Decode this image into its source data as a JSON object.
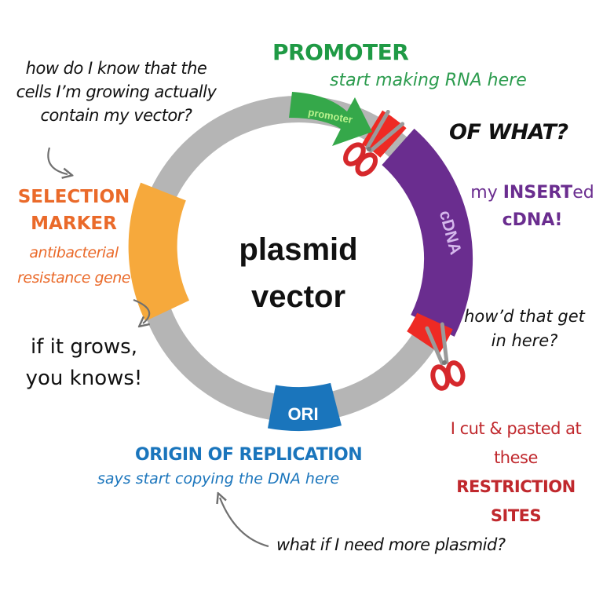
{
  "diagram": {
    "center": {
      "line1": "plasmid",
      "line2": "vector"
    },
    "segments": {
      "promoter": "promoter",
      "cdna": "cDNA",
      "ori": "ORI"
    },
    "promoter": {
      "title": "PROMOTER",
      "desc": "start making RNA here"
    },
    "of_what": "OF WHAT?",
    "insert": {
      "pre": "my ",
      "bold": "INSERT",
      "post": "ed",
      "line2": "cDNA!"
    },
    "question_vector": {
      "line1": "how do I know that the",
      "line2": "cells I’m growing actually",
      "line3": "contain my vector?"
    },
    "selection": {
      "title1": "SELECTION",
      "title2": "MARKER",
      "desc1": "antibacterial",
      "desc2": "resistance gene"
    },
    "grows": {
      "line1": "if it grows,",
      "line2": "you knows!"
    },
    "get_in": {
      "line1": "how’d that get",
      "line2": "in here?"
    },
    "restriction": {
      "line1": "I cut & pasted at",
      "line2": "these",
      "line3": "RESTRICTION",
      "line4": "SITES"
    },
    "origin": {
      "title": "ORIGIN OF REPLICATION",
      "desc": "says start copying the DNA here"
    },
    "more_plasmid": "what if I need more plasmid?",
    "colors": {
      "ring": "#b5b5b5",
      "promoter": "#35a84a",
      "cdna": "#6a2d8f",
      "marker": "#f6a93c",
      "ori": "#1a75bc",
      "restriction": "#ee2a24",
      "selection_text": "#ea6a2a",
      "origin_text": "#1a75bc",
      "restriction_text": "#c0282d",
      "arrow": "#707070",
      "scissors": "#d6282c"
    }
  }
}
